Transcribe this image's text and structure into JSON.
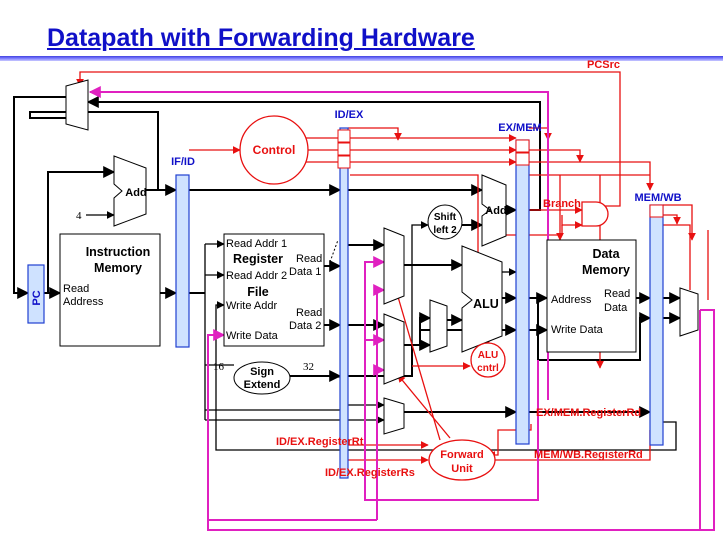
{
  "slide": {
    "title": "Datapath with Forwarding Hardware"
  },
  "pipeline_registers": {
    "pc": "PC",
    "if_id": "IF/ID",
    "id_ex": "ID/EX",
    "ex_mem": "EX/MEM",
    "mem_wb": "MEM/WB"
  },
  "control_labels": {
    "pcsrc": "PCSrc",
    "control": "Control",
    "branch": "Branch",
    "alu_cntrl_1": "ALU",
    "alu_cntrl_2": "cntrl",
    "forward_unit_1": "Forward",
    "forward_unit_2": "Unit",
    "ex_mem_registerrd": "EX/MEM.RegisterRd",
    "mem_wb_registerrd": "MEM/WB.RegisterRd",
    "id_ex_registerrt": "ID/EX.RegisterRt",
    "id_ex_registerrs": "ID/EX.RegisterRs"
  },
  "units": {
    "instruction_memory_1": "Instruction",
    "instruction_memory_2": "Memory",
    "read_address_1": "Read",
    "read_address_2": "Address",
    "add_pc": "Add",
    "four": "4",
    "add_branch": "Add",
    "shift_1": "Shift",
    "shift_2": "left 2",
    "alu": "ALU",
    "regfile_1": "Register",
    "regfile_2": "File",
    "read_addr_1": "Read Addr 1",
    "read_addr_2": "Read Addr 2",
    "write_addr": "Write Addr",
    "write_data": "Write Data",
    "read_data1_a": "Read",
    "read_data1_b": "Data 1",
    "read_data2_a": "Read",
    "read_data2_b": "Data 2",
    "sign_extend_1": "Sign",
    "sign_extend_2": "Extend",
    "bits_16": "16",
    "bits_32": "32",
    "data_memory_1": "Data",
    "data_memory_2": "Memory",
    "dm_address": "Address",
    "dm_read_data_1": "Read",
    "dm_read_data_2": "Data",
    "dm_write_data": "Write Data"
  },
  "colors": {
    "title": "#1010c8",
    "datapath": "#000000",
    "control": "#e81010",
    "forwarding": "#e020c0",
    "pipeline_register_fill": "#cfe2ff"
  }
}
